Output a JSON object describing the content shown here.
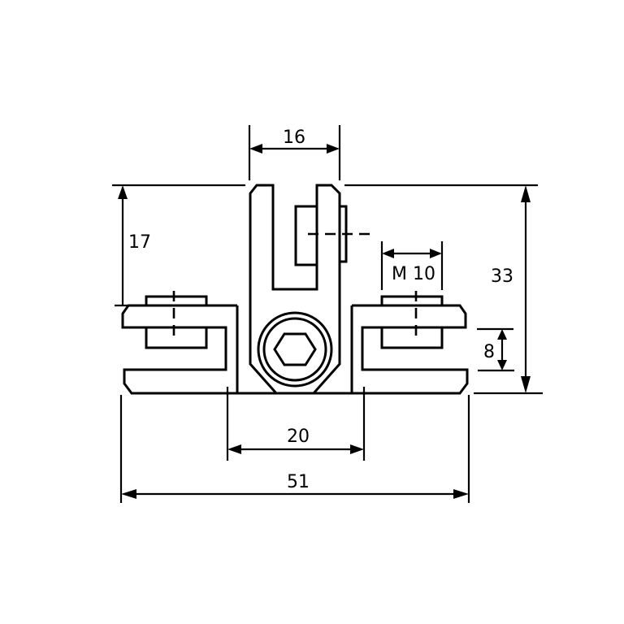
{
  "drawing": {
    "type": "technical dimension drawing",
    "subject": "clevis / fork bracket with two clamp jaws and hex socket screw",
    "line_color": "#000000",
    "background": "#ffffff"
  },
  "dimensions": {
    "fork_width": "16",
    "fork_height": "17",
    "thread": "M 10",
    "total_height": "33",
    "jaw_gap": "8",
    "center_width": "20",
    "total_width": "51"
  }
}
